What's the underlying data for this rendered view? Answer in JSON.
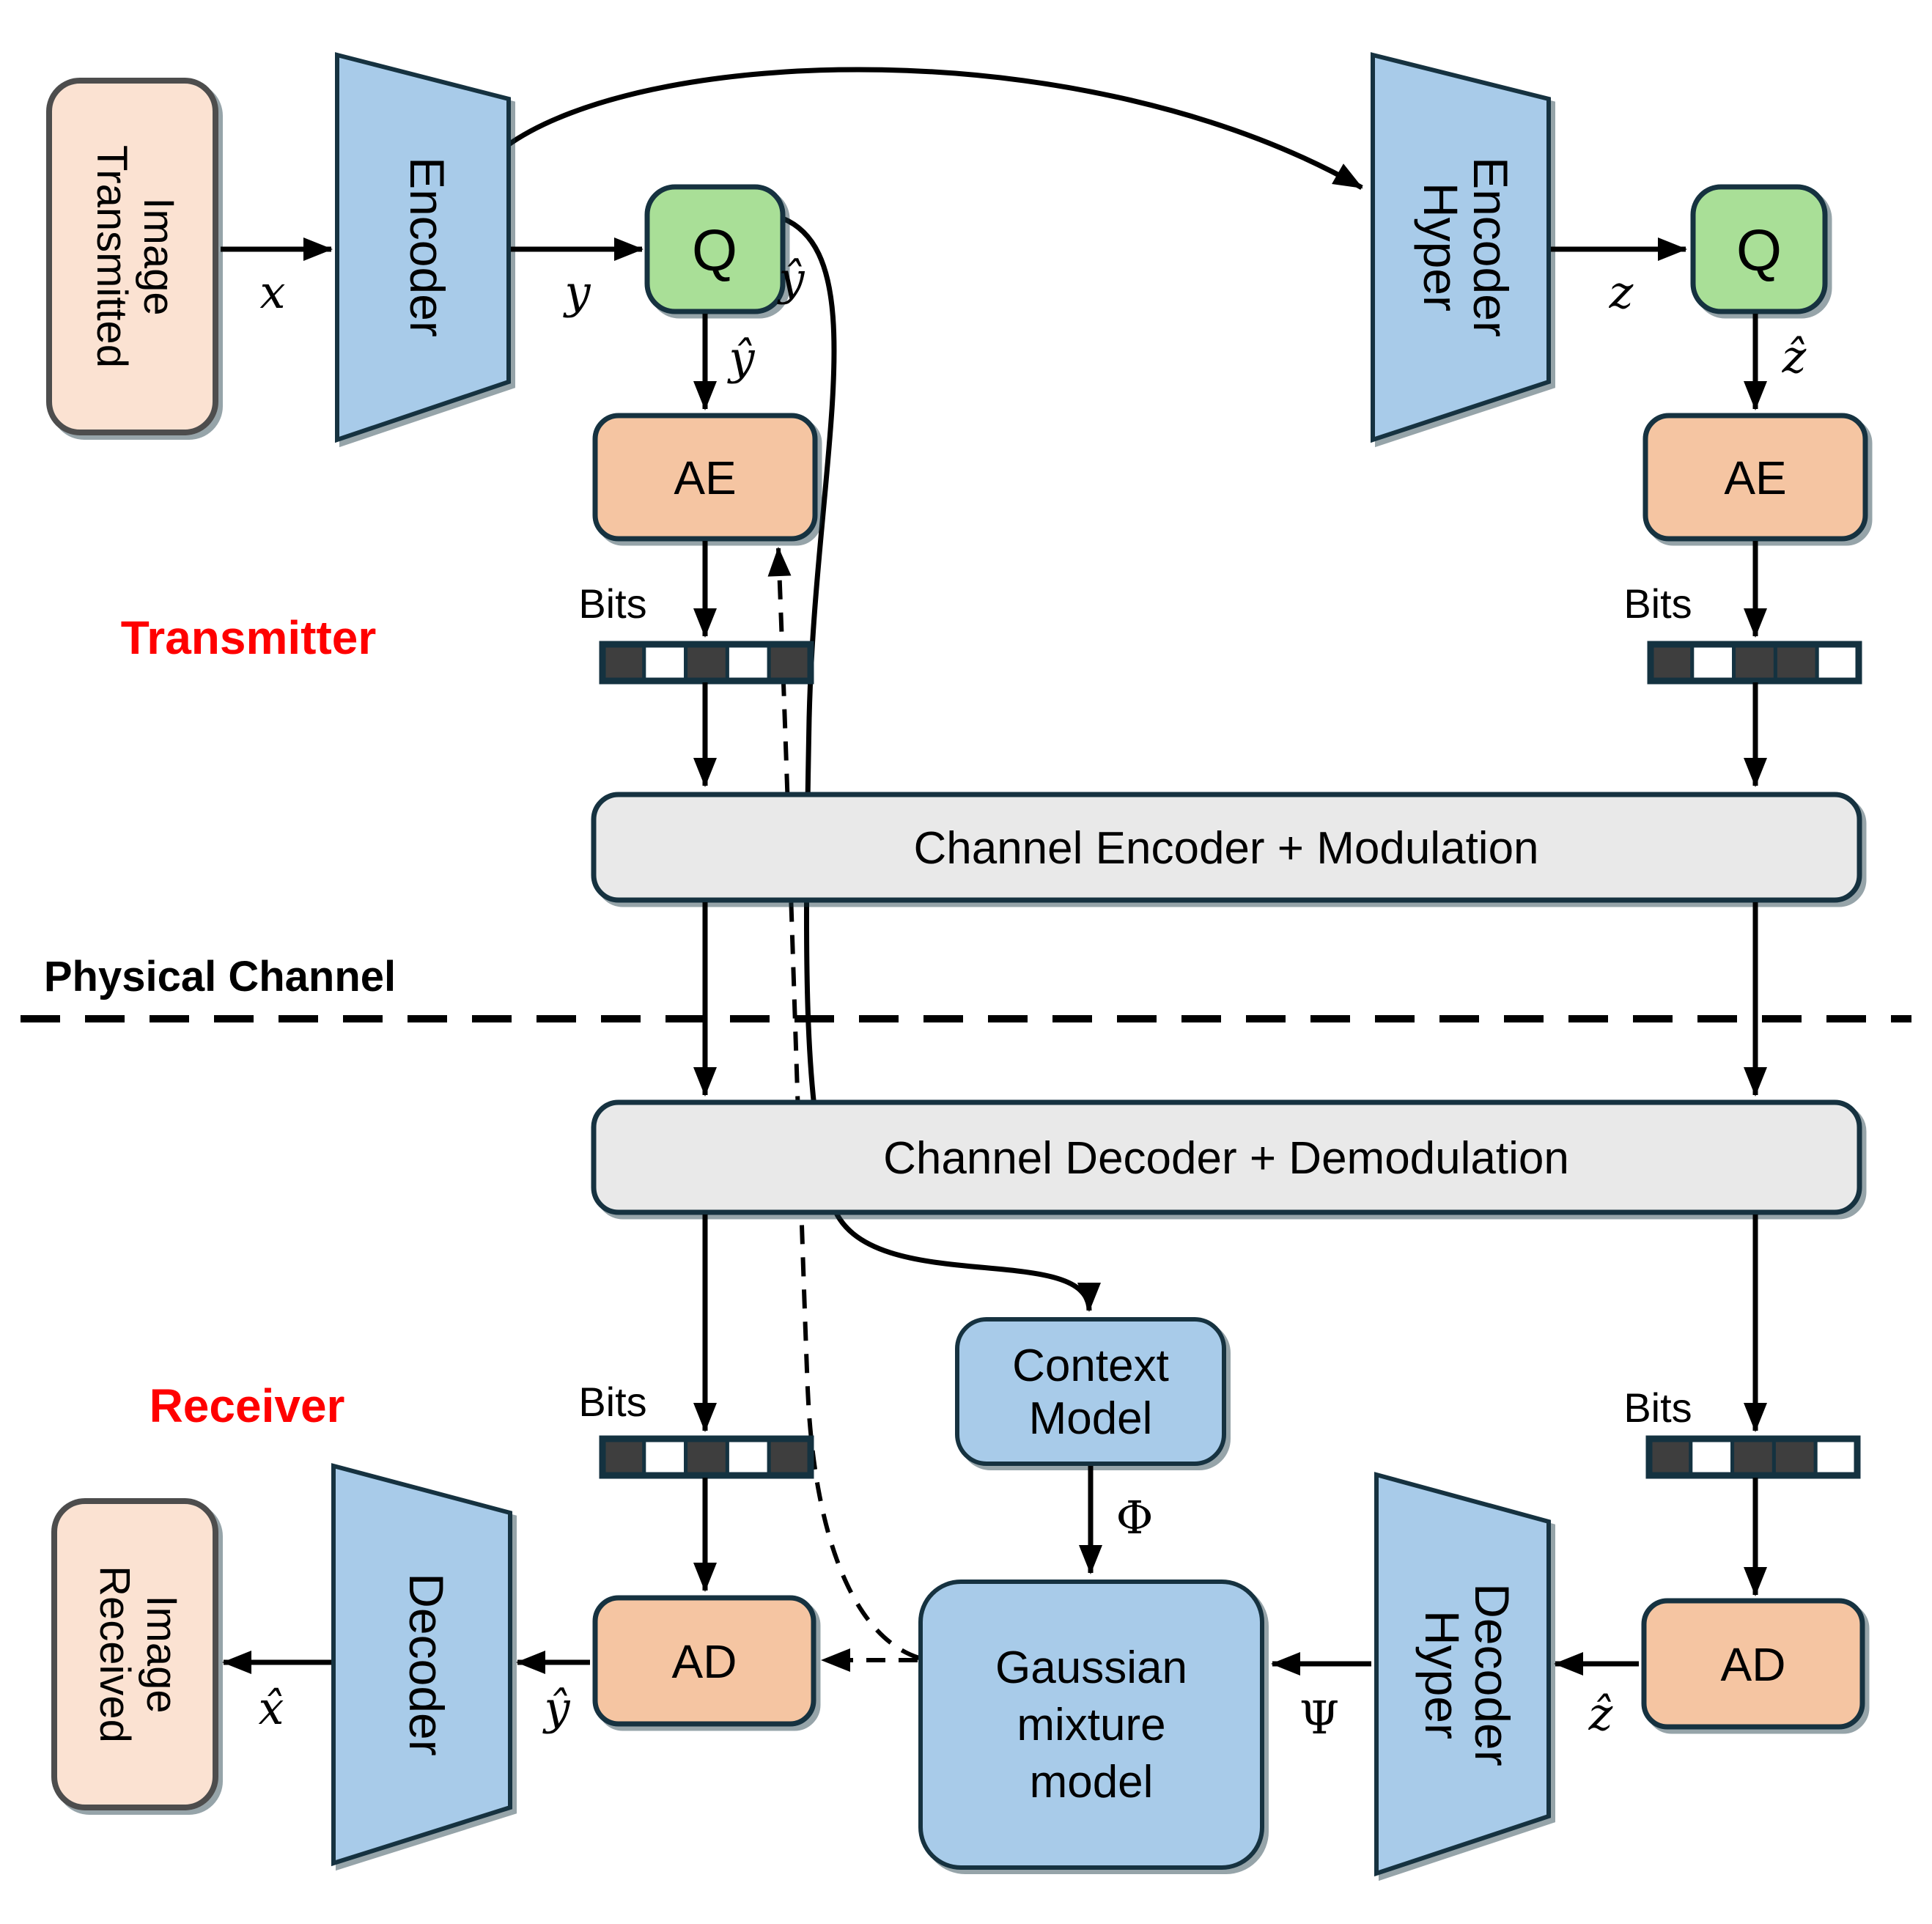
{
  "regions": {
    "transmitter": "Transmitter",
    "receiver": "Receiver",
    "physical_channel": "Physical Channel"
  },
  "blocks": {
    "transmitted_image": {
      "line1": "Transmitted",
      "line2": "Image"
    },
    "received_image": {
      "line1": "Received",
      "line2": "Image"
    },
    "encoder": "Encoder",
    "decoder": "Decoder",
    "hyper_encoder": {
      "line1": "Hyper",
      "line2": "Encoder"
    },
    "hyper_decoder": {
      "line1": "Hyper",
      "line2": "Decoder"
    },
    "quantizer": "Q",
    "arithmetic_encoder": "AE",
    "arithmetic_decoder": "AD",
    "channel_encoder": "Channel Encoder + Modulation",
    "channel_decoder": "Channel Decoder + Demodulation",
    "context_model": {
      "line1": "Context",
      "line2": "Model"
    },
    "gaussian_mixture_model": {
      "line1": "Gaussian",
      "line2": "mixture",
      "line3": "model"
    },
    "bits": "Bits"
  },
  "symbols": {
    "x": "x",
    "y": "y",
    "y_hat": "ŷ",
    "z": "z",
    "z_hat": "ẑ",
    "x_hat": "x̂",
    "phi": "Φ",
    "psi": "Ψ"
  },
  "bit_strips": {
    "tx_main": [
      1,
      0,
      1,
      0,
      1
    ],
    "tx_hyper": [
      1,
      0,
      1,
      1,
      0
    ],
    "rx_main": [
      1,
      0,
      1,
      0,
      1
    ],
    "rx_hyper": [
      1,
      0,
      1,
      1,
      0
    ]
  },
  "colors": {
    "image_box": "#fbe2d2",
    "image_box_border": "#4d4d4d",
    "nn_blue": "#a8cbe9",
    "quantizer_green": "#a9df97",
    "coder_orange": "#f5c5a2",
    "channel_gray": "#e9e9e9",
    "outline_navy": "#143240",
    "bit_dark": "#3e3e3e",
    "accent_red": "#ff0000"
  }
}
